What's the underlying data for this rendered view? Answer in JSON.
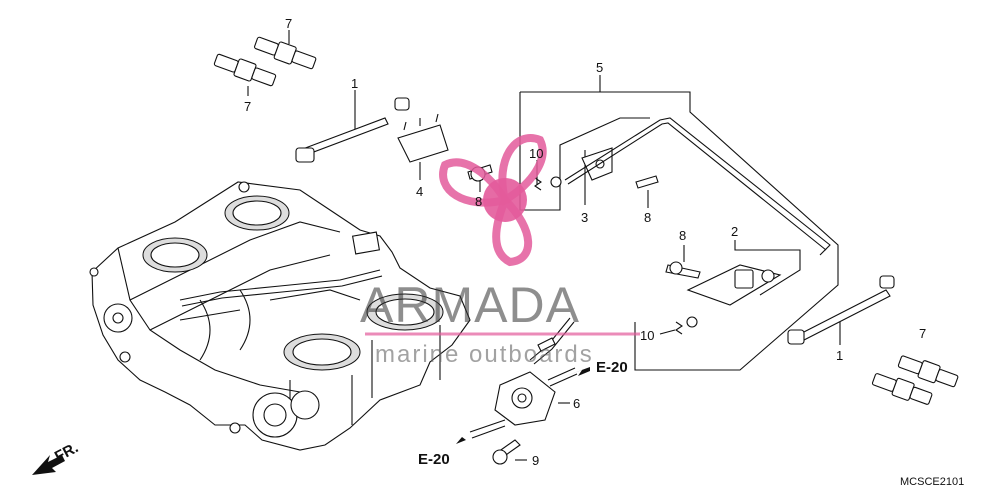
{
  "callouts": {
    "c1_top": "1",
    "c1_bottom": "1",
    "c2": "2",
    "c3": "3",
    "c4": "4",
    "c5": "5",
    "c6": "6",
    "c7_a": "7",
    "c7_b": "7",
    "c7_c": "7",
    "c8_a": "8",
    "c8_b": "8",
    "c8_c": "8",
    "c9": "9",
    "c10_a": "10",
    "c10_b": "10"
  },
  "refs": {
    "e20_right": "E-20",
    "e20_bottom": "E-20"
  },
  "direction_label": "FR.",
  "diagram_code": "MCSCE2101",
  "watermark": {
    "brand": "ARMADA",
    "tagline": "marine outboards",
    "color": "#e35b9b"
  }
}
